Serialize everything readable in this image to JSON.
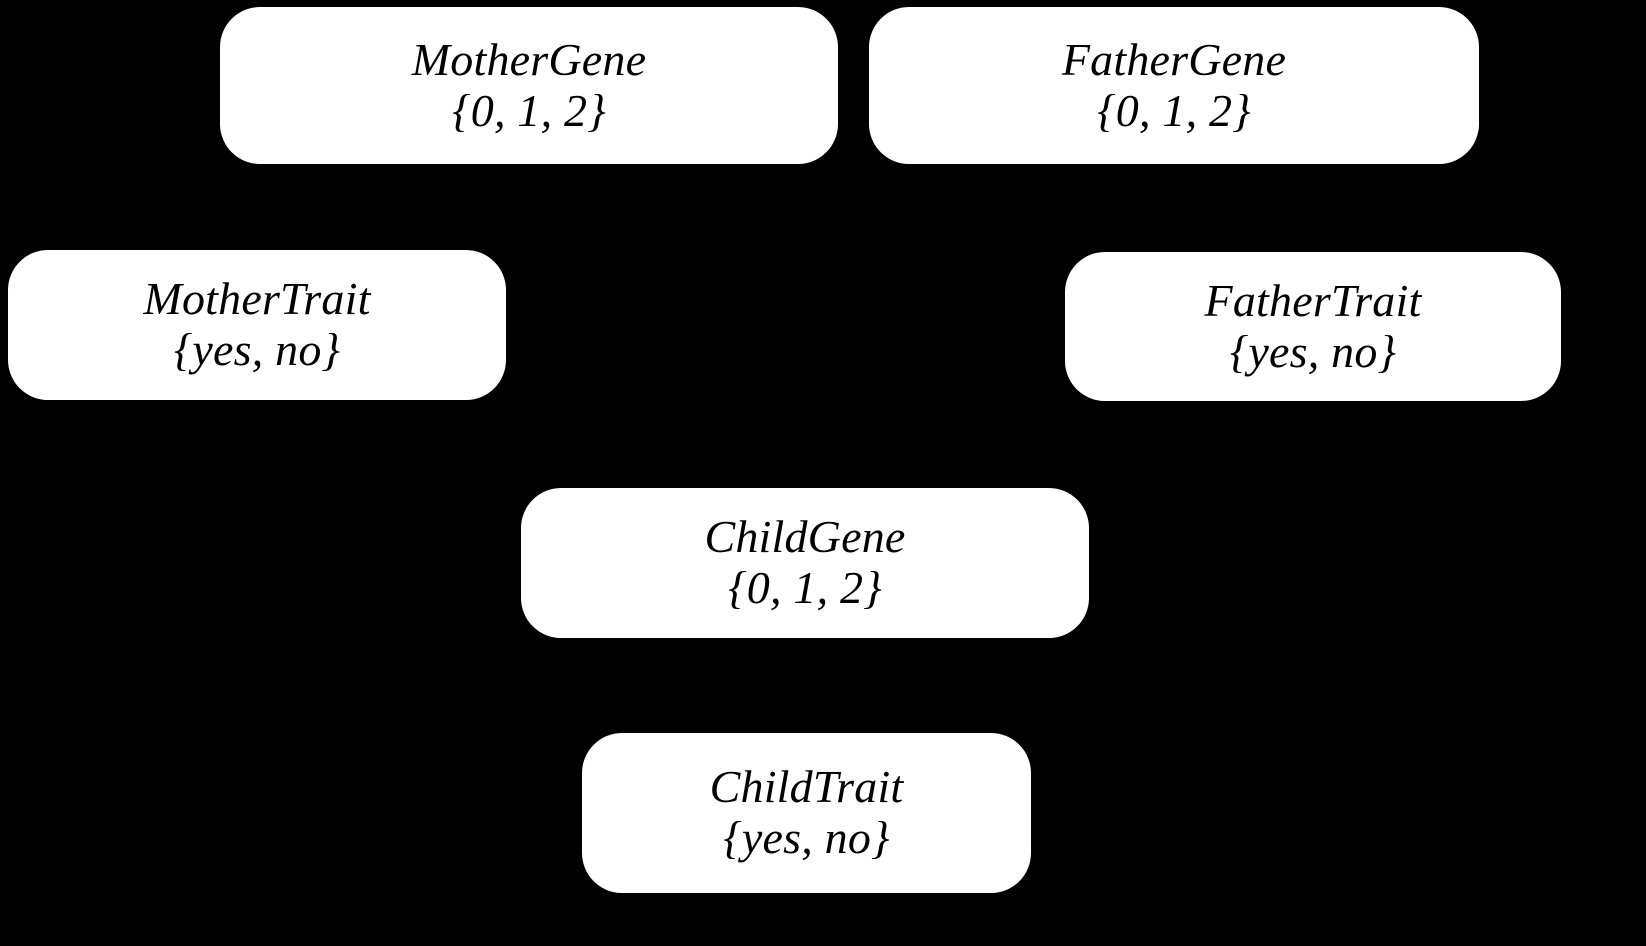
{
  "diagram": {
    "type": "bayesian-network",
    "background_color": "#000000",
    "node_fill_color": "#ffffff",
    "node_text_color": "#000000",
    "nodes": [
      {
        "id": "mother-gene",
        "name": "MotherGene",
        "domain": "{0, 1, 2}",
        "values": [
          "0",
          "1",
          "2"
        ]
      },
      {
        "id": "father-gene",
        "name": "FatherGene",
        "domain": "{0, 1, 2}",
        "values": [
          "0",
          "1",
          "2"
        ]
      },
      {
        "id": "mother-trait",
        "name": "MotherTrait",
        "domain": "{yes, no}",
        "values": [
          "yes",
          "no"
        ]
      },
      {
        "id": "father-trait",
        "name": "FatherTrait",
        "domain": "{yes, no}",
        "values": [
          "yes",
          "no"
        ]
      },
      {
        "id": "child-gene",
        "name": "ChildGene",
        "domain": "{0, 1, 2}",
        "values": [
          "0",
          "1",
          "2"
        ]
      },
      {
        "id": "child-trait",
        "name": "ChildTrait",
        "domain": "{yes, no}",
        "values": [
          "yes",
          "no"
        ]
      }
    ],
    "edges": [
      {
        "from": "mother-gene",
        "to": "mother-trait"
      },
      {
        "from": "father-gene",
        "to": "father-trait"
      },
      {
        "from": "mother-gene",
        "to": "child-gene"
      },
      {
        "from": "father-gene",
        "to": "child-gene"
      },
      {
        "from": "child-gene",
        "to": "child-trait"
      }
    ]
  }
}
